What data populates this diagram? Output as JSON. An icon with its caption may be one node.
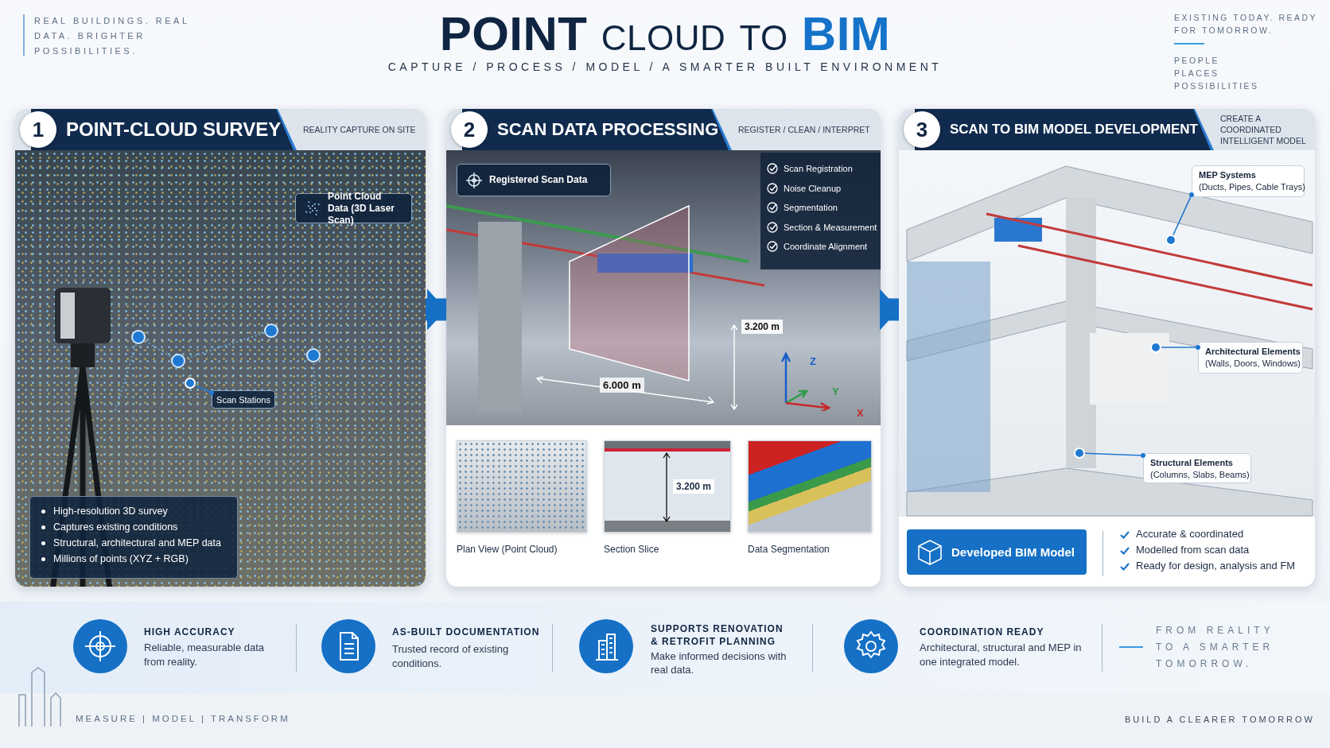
{
  "diagram": {
    "title": "POINT CLOUD TO BIM",
    "nodes": [
      {
        "text": [
          "1",
          "POINT-CLOUD SURVEY",
          "REALITY CAPTURE ON SITE"
        ]
      },
      {
        "text": [
          "Point Cloud Data (3D Laser Scan)"
        ],
        "in": 0
      },
      {
        "text": [
          "Scan Stations"
        ],
        "in": 0
      },
      {
        "text": [
          "High-resolution 3D survey",
          "Captures existing conditions",
          "Structural, architectural and MEP data",
          "Millions of points (XYZ + RGB)"
        ],
        "in": 0
      },
      {
        "text": [
          "2",
          "SCAN DATA PROCESSING",
          "REGISTER / CLEAN / INTERPRET"
        ]
      },
      {
        "text": [
          "Registered Scan Data"
        ],
        "in": 4
      },
      {
        "text": [
          "Scan Registration",
          "Noise Cleanup",
          "Segmentation",
          "Section & Measurement",
          "Coordinate Alignment"
        ],
        "in": 4
      },
      {
        "text": [],
        "shape": "picture",
        "beside": [
          "Plan View (Point Cloud)"
        ],
        "in": 4
      },
      {
        "text": [
          "3.200 m"
        ],
        "beside": [
          "Section Slice"
        ],
        "in": 4
      },
      {
        "text": [],
        "shape": "picture",
        "beside": [
          "Data Segmentation"
        ],
        "in": 4
      },
      {
        "text": [
          "3",
          "SCAN TO BIM MODEL DEVELOPMENT",
          "CREATE A COORDINATED INTELLIGENT MODEL"
        ]
      },
      {
        "text": [
          "MEP Systems",
          "(Ducts, Pipes, Cable Trays)"
        ],
        "in": 10
      },
      {
        "text": [
          "Architectural Elements",
          "(Walls, Doors, Windows)"
        ],
        "in": 10
      },
      {
        "text": [
          "Structural Elements",
          "(Columns, Slabs, Beams)"
        ],
        "in": 10
      },
      {
        "text": [
          "Developed BIM Model"
        ],
        "in": 10
      }
    ],
    "edges": [
      {
        "from": 0,
        "to": 4,
        "arrow": "to",
        "style": "thick"
      },
      {
        "from": 4,
        "to": 10,
        "arrow": "to",
        "style": "thick"
      },
      {
        "from": 2,
        "to": null,
        "arrow": "other"
      },
      {
        "from": 11,
        "to": null,
        "arrow": "other"
      },
      {
        "from": 12,
        "to": null,
        "arrow": "other"
      },
      {
        "from": 13,
        "to": null,
        "arrow": "other"
      }
    ],
    "labels": [
      "REAL BUILDINGS. REAL DATA. BRIGHTER POSSIBILITIES.",
      "CAPTURE / PROCESS / MODEL / A SMARTER BUILT ENVIRONMENT",
      "EXISTING TODAY. READY FOR TOMORROW.",
      "PEOPLE PLACES POSSIBILITIES",
      "3.200 m",
      "6.000 m",
      "Z",
      "Y",
      "X",
      "Accurate & coordinated",
      "Modelled from scan data",
      "Ready for design, analysis and FM",
      "HIGH ACCURACY",
      "Reliable, measurable data from reality.",
      "AS-BUILT DOCUMENTATION",
      "Trusted record of existing conditions.",
      "SUPPORTS RENOVATION & RETROFIT PLANNING",
      "Make informed decisions with real data.",
      "COORDINATION READY",
      "Architectural, structural and MEP in one integrated model.",
      "FROM REALITY TO A SMARTER TOMORROW.",
      "MEASURE | MODEL | TRANSFORM",
      "BUILD A CLEARER TOMORROW"
    ]
  }
}
